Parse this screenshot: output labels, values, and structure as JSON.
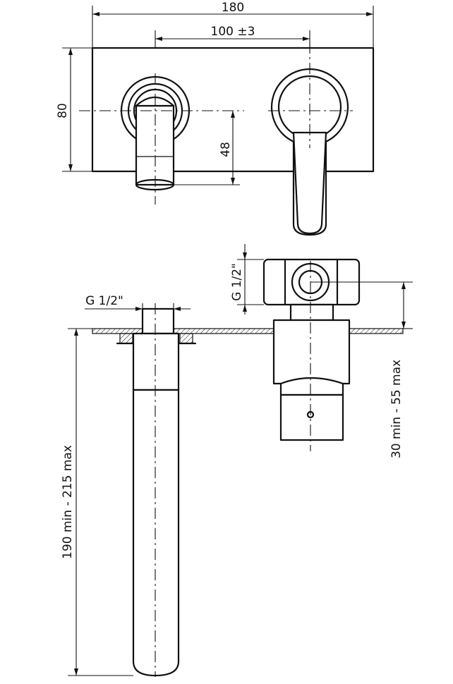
{
  "dimensions": {
    "plate_width": "180",
    "handle_spacing": "100 ±3",
    "plate_height": "80",
    "spout_offset": "48",
    "thread_top": "G 1/2\"",
    "thread_side": "G 1/2\"",
    "spout_length": "190 min - 215 max",
    "wall_depth": "30 min - 55 max"
  }
}
